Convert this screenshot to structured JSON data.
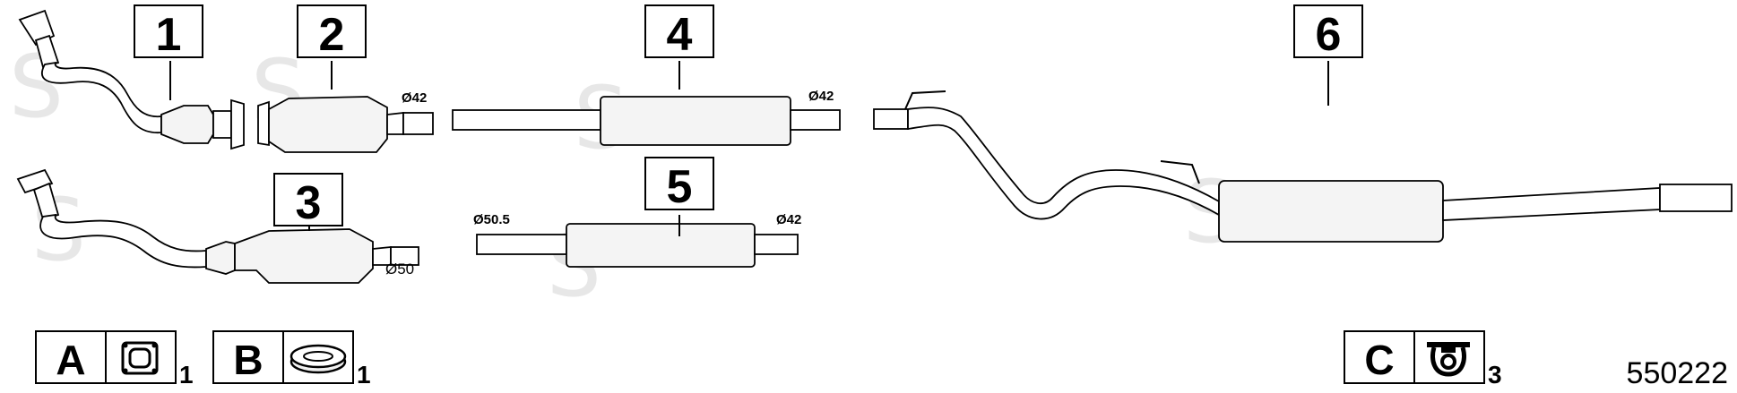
{
  "parts": [
    {
      "id": "1"
    },
    {
      "id": "2"
    },
    {
      "id": "3"
    },
    {
      "id": "4"
    },
    {
      "id": "5"
    },
    {
      "id": "6"
    }
  ],
  "dimensions": {
    "cat2_outlet": "Ø42",
    "part3_outlet": "Ø50",
    "part4_outlet": "Ø42",
    "part5_inlet": "Ø50.5",
    "part5_outlet": "Ø42"
  },
  "accessories": [
    {
      "letter": "A",
      "qty": "1",
      "icon": "square-gasket-icon"
    },
    {
      "letter": "B",
      "qty": "1",
      "icon": "ring-gasket-icon"
    },
    {
      "letter": "C",
      "qty": "3",
      "icon": "rubber-hanger-icon"
    }
  ],
  "watermark": "S",
  "diagram_number": "550222"
}
